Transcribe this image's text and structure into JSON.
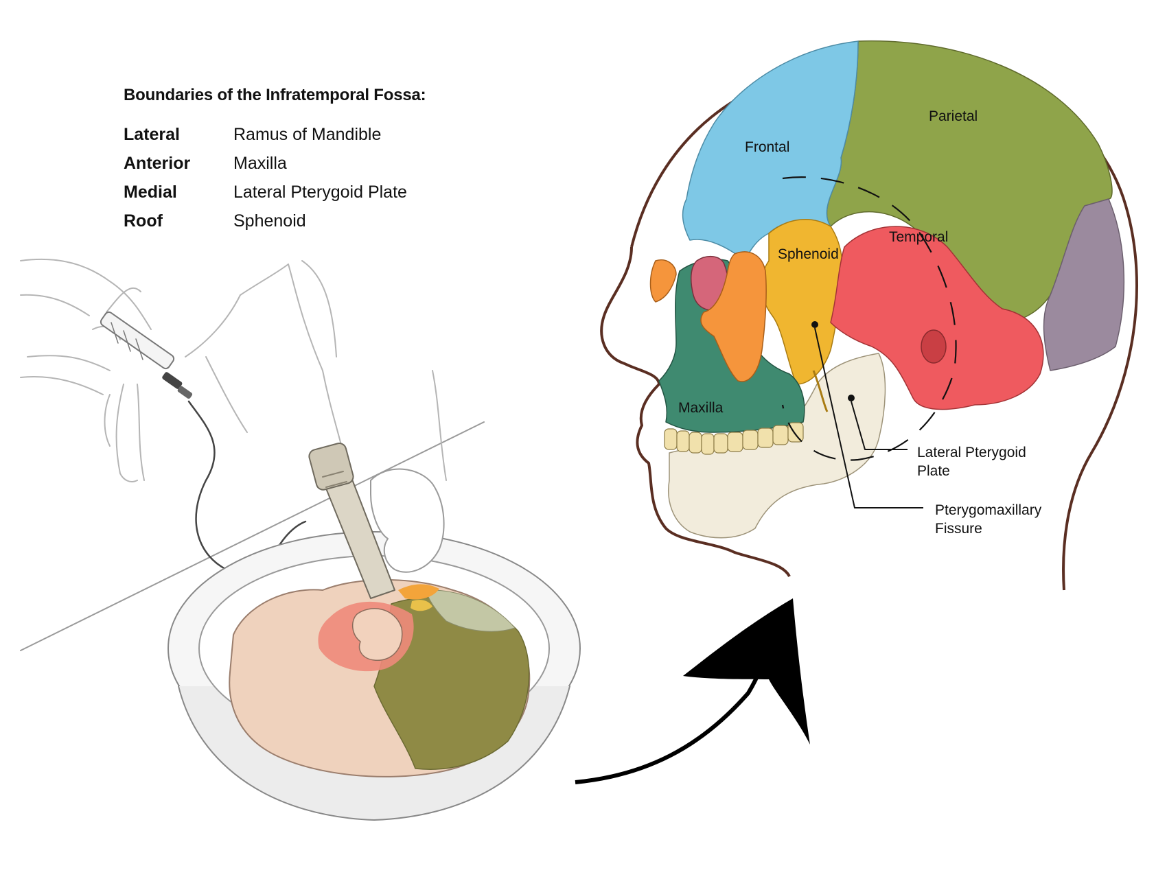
{
  "title": "Boundaries of the Infratemporal Fossa:",
  "boundaries": [
    {
      "side": "Lateral",
      "structure": "Ramus of Mandible"
    },
    {
      "side": "Anterior",
      "structure": "Maxilla"
    },
    {
      "side": "Medial",
      "structure": "Lateral Pterygoid Plate"
    },
    {
      "side": "Roof",
      "structure": "Sphenoid"
    }
  ],
  "skull_labels": {
    "frontal": "Frontal",
    "parietal": "Parietal",
    "sphenoid": "Sphenoid",
    "temporal": "Temporal",
    "maxilla": "Maxilla",
    "lateral_pterygoid_line1": "Lateral Pterygoid",
    "lateral_pterygoid_line2": "Plate",
    "pterygomaxillary_line1": "Pterygomaxillary",
    "pterygomaxillary_line2": "Fissure"
  },
  "colors": {
    "frontal": "#7ec8e6",
    "parietal": "#8fa44a",
    "occipital": "#9b8a9e",
    "sphenoid": "#f0b630",
    "temporal": "#ef5a5f",
    "maxilla": "#3f8a70",
    "zygomatic": "#f5953c",
    "mandible": "#f2ecdc",
    "teeth": "#f1e1ac"
  },
  "icons": [
    "syringe-icon",
    "drill-handpiece-icon",
    "curved-arrow-icon"
  ]
}
